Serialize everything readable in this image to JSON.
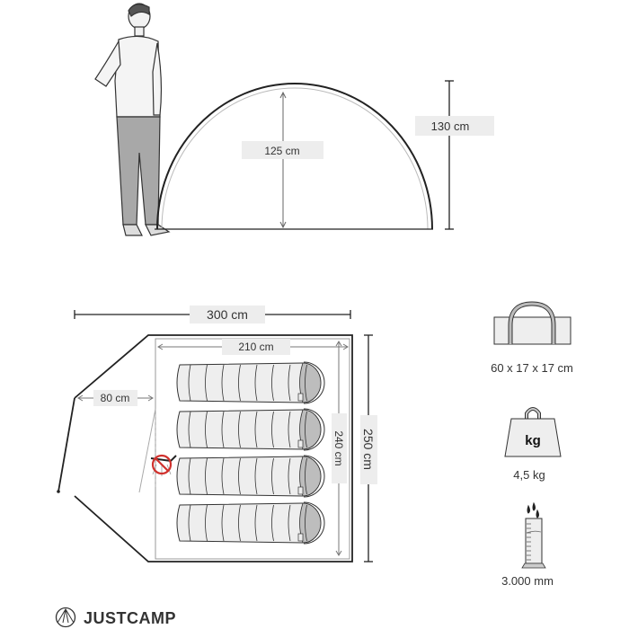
{
  "side_view": {
    "inner_height": "125 cm",
    "outer_height": "130 cm"
  },
  "floor_plan": {
    "total_length": "300 cm",
    "inner_length": "210 cm",
    "vestibule_depth": "80 cm",
    "inner_width": "240 cm",
    "total_width": "250 cm"
  },
  "specs": {
    "pack_size": "60 x 17 x 17 cm",
    "weight_icon_label": "kg",
    "weight": "4,5 kg",
    "water_column": "3.000 mm"
  },
  "brand": {
    "name": "JUSTCAMP"
  },
  "colors": {
    "line": "#222222",
    "label_bg": "#ededed",
    "fill_light": "#eeeeee",
    "fill_mid": "#bdbdbd",
    "no_mosquito_red": "#d0312d"
  }
}
